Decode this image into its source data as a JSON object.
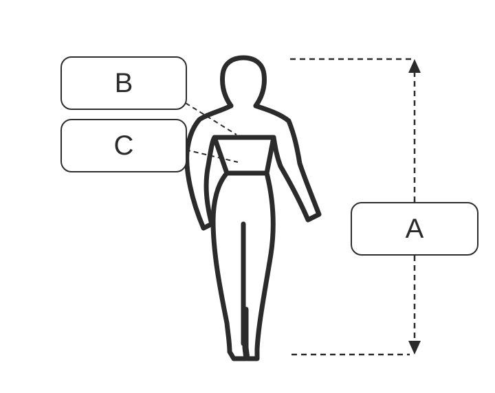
{
  "labels": {
    "a": "A",
    "b": "B",
    "c": "C"
  },
  "colors": {
    "stroke": "#2b2b2b",
    "background": "#ffffff"
  }
}
